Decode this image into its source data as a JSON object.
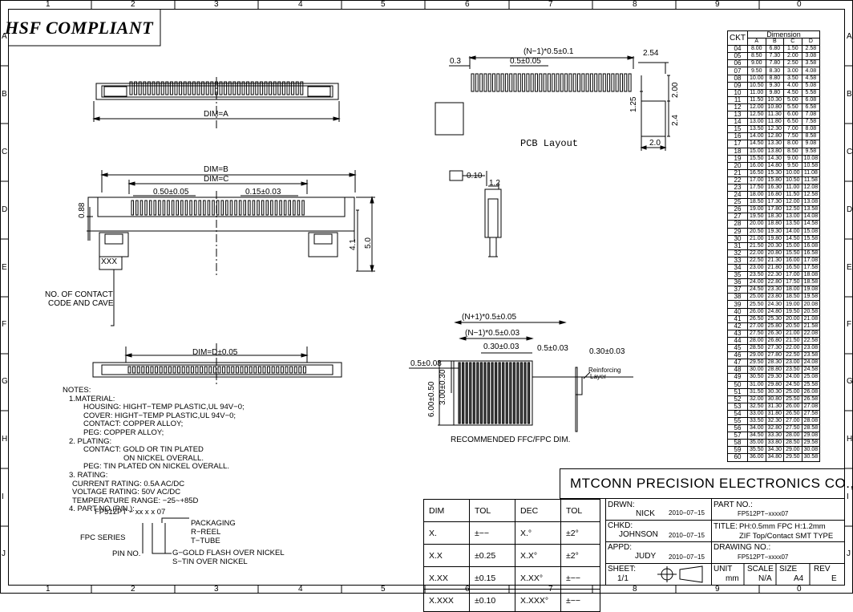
{
  "header": {
    "title": "HSF COMPLIANT"
  },
  "border": {
    "cols": [
      "1",
      "2",
      "3",
      "4",
      "5",
      "6",
      "7",
      "8",
      "9",
      "0"
    ],
    "rows": [
      "A",
      "B",
      "C",
      "D",
      "E",
      "F",
      "G",
      "H",
      "I",
      "J"
    ]
  },
  "views": {
    "top": {
      "dim_a": "DIM=A"
    },
    "front": {
      "dim_b": "DIM=B",
      "dim_c": "DIM=C",
      "pitch": "0.50±0.05",
      "pin": "0.15±0.03",
      "h1": "0.88",
      "h2": "4.1",
      "h3": "5.0",
      "code": "XXX",
      "note1": "NO. OF CONTACT",
      "note2": "CODE AND CAVE"
    },
    "bottom": {
      "dim_d": "DIM=D±0.05"
    },
    "pcb": {
      "n1": "(N−1)*0.5±0.1",
      "p": "0.5±0.05",
      "w": "0.3",
      "e1": "2.54",
      "e2": "2.00",
      "e3": "1.25",
      "e4": "2.4",
      "e5": "2.0",
      "label": "PCB Layout"
    },
    "side": {
      "t1": "0.10",
      "t2": "1.2"
    },
    "ffc": {
      "n1": "(N+1)*0.5±0.05",
      "n2": "(N−1)*0.5±0.03",
      "a": "0.5±0.08",
      "b": "0.30±0.03",
      "c": "0.5±0.03",
      "d": "0.30±0.03",
      "v1": "6.00±0.50",
      "v2": "3.00±0.30",
      "reinf1": "Reinforcing",
      "reinf2": "Layer",
      "label": "RECOMMENDED FFC/FPC DIM."
    }
  },
  "notes": [
    "NOTES:",
    "1.MATERIAL:",
    "HOUSING: HIGHT−TEMP PLASTIC,UL 94V−0;",
    "COVER: HIGHT−TEMP PLASTIC,UL 94V−0;",
    "CONTACT: COPPER ALLOY;",
    "PEG: COPPER ALLOY;",
    "2. PLATING:",
    "CONTACT: GOLD OR TIN PLATED",
    "ON NICKEL OVERALL.",
    "PEG: TIN PLATED ON NICKEL OVERALL.",
    "3. RATING:",
    "CURRENT RATING: 0.5A AC/DC",
    "VOLTAGE RATING: 50V AC/DC",
    "TEMPERATURE RANGE: −25~+85D",
    "4. PART NO.(P/N.):"
  ],
  "partno": {
    "code": "FP512PT − xx x x 07",
    "pack": "PACKAGING",
    "reel": "R−REEL",
    "tube": "T−TUBE",
    "series": "FPC SERIES",
    "pin": "PIN NO.",
    "gold": "G−GOLD FLASH OVER NICKEL",
    "tin": "S−TIN OVER NICKEL"
  },
  "dimension_table": {
    "header": [
      "CKT",
      "Dimension",
      "A",
      "B",
      "C",
      "D"
    ],
    "rows": [
      [
        "04",
        "8.00",
        "6.80",
        "1.50",
        "2.58"
      ],
      [
        "05",
        "8.50",
        "7.30",
        "2.00",
        "3.08"
      ],
      [
        "06",
        "9.00",
        "7.80",
        "2.50",
        "3.58"
      ],
      [
        "07",
        "9.50",
        "8.30",
        "3.00",
        "4.08"
      ],
      [
        "08",
        "10.00",
        "8.80",
        "3.50",
        "4.58"
      ],
      [
        "09",
        "10.50",
        "9.30",
        "4.00",
        "5.08"
      ],
      [
        "10",
        "11.00",
        "9.80",
        "4.50",
        "5.58"
      ],
      [
        "11",
        "11.50",
        "10.30",
        "5.00",
        "6.08"
      ],
      [
        "12",
        "12.00",
        "10.80",
        "5.50",
        "6.58"
      ],
      [
        "13",
        "12.50",
        "11.30",
        "6.00",
        "7.08"
      ],
      [
        "14",
        "13.00",
        "11.80",
        "6.50",
        "7.58"
      ],
      [
        "15",
        "13.50",
        "12.30",
        "7.00",
        "8.08"
      ],
      [
        "16",
        "14.00",
        "12.80",
        "7.50",
        "8.58"
      ],
      [
        "17",
        "14.50",
        "13.30",
        "8.00",
        "9.08"
      ],
      [
        "18",
        "15.00",
        "13.80",
        "8.50",
        "9.58"
      ],
      [
        "19",
        "15.50",
        "14.30",
        "9.00",
        "10.08"
      ],
      [
        "20",
        "16.00",
        "14.80",
        "9.50",
        "10.58"
      ],
      [
        "21",
        "16.50",
        "15.30",
        "10.00",
        "11.08"
      ],
      [
        "22",
        "17.00",
        "15.80",
        "10.50",
        "11.58"
      ],
      [
        "23",
        "17.50",
        "16.30",
        "11.00",
        "12.08"
      ],
      [
        "24",
        "18.00",
        "16.80",
        "11.50",
        "12.58"
      ],
      [
        "25",
        "18.50",
        "17.30",
        "12.00",
        "13.08"
      ],
      [
        "26",
        "19.00",
        "17.80",
        "12.50",
        "13.58"
      ],
      [
        "27",
        "19.50",
        "18.30",
        "13.00",
        "14.08"
      ],
      [
        "28",
        "20.00",
        "18.80",
        "13.50",
        "14.58"
      ],
      [
        "29",
        "20.50",
        "19.30",
        "14.00",
        "15.08"
      ],
      [
        "30",
        "21.00",
        "19.80",
        "14.50",
        "15.58"
      ],
      [
        "31",
        "21.50",
        "20.30",
        "15.00",
        "16.08"
      ],
      [
        "32",
        "22.00",
        "20.80",
        "15.50",
        "16.58"
      ],
      [
        "33",
        "22.50",
        "21.30",
        "16.00",
        "17.08"
      ],
      [
        "34",
        "23.00",
        "21.80",
        "16.50",
        "17.58"
      ],
      [
        "35",
        "23.50",
        "22.30",
        "17.00",
        "18.08"
      ],
      [
        "36",
        "24.00",
        "22.80",
        "17.50",
        "18.58"
      ],
      [
        "37",
        "24.50",
        "23.30",
        "18.00",
        "19.08"
      ],
      [
        "38",
        "25.00",
        "23.80",
        "18.50",
        "19.58"
      ],
      [
        "39",
        "25.50",
        "24.30",
        "19.00",
        "20.08"
      ],
      [
        "40",
        "26.00",
        "24.80",
        "19.50",
        "20.58"
      ],
      [
        "41",
        "26.50",
        "25.30",
        "20.00",
        "21.08"
      ],
      [
        "42",
        "27.00",
        "25.80",
        "20.50",
        "21.58"
      ],
      [
        "43",
        "27.50",
        "26.30",
        "21.00",
        "22.08"
      ],
      [
        "44",
        "28.00",
        "26.80",
        "21.50",
        "22.58"
      ],
      [
        "45",
        "28.50",
        "27.30",
        "22.00",
        "23.08"
      ],
      [
        "46",
        "29.00",
        "27.80",
        "22.50",
        "23.58"
      ],
      [
        "47",
        "29.50",
        "28.30",
        "23.00",
        "24.08"
      ],
      [
        "48",
        "30.00",
        "28.80",
        "23.50",
        "24.58"
      ],
      [
        "49",
        "30.50",
        "29.30",
        "24.00",
        "25.08"
      ],
      [
        "50",
        "31.00",
        "29.80",
        "24.50",
        "25.58"
      ],
      [
        "51",
        "31.50",
        "30.30",
        "25.00",
        "26.08"
      ],
      [
        "52",
        "32.00",
        "30.80",
        "25.50",
        "26.58"
      ],
      [
        "53",
        "32.50",
        "31.30",
        "26.00",
        "27.08"
      ],
      [
        "54",
        "33.00",
        "31.80",
        "26.50",
        "27.58"
      ],
      [
        "55",
        "33.50",
        "32.30",
        "27.00",
        "28.08"
      ],
      [
        "56",
        "34.00",
        "32.80",
        "27.50",
        "28.58"
      ],
      [
        "57",
        "34.50",
        "33.30",
        "28.00",
        "29.08"
      ],
      [
        "58",
        "35.00",
        "33.80",
        "28.50",
        "29.58"
      ],
      [
        "59",
        "35.50",
        "34.30",
        "29.00",
        "30.08"
      ],
      [
        "60",
        "36.00",
        "34.80",
        "29.50",
        "30.58"
      ]
    ]
  },
  "tolerance_table": {
    "header": [
      "DIM",
      "TOL",
      "DEC",
      "TOL"
    ],
    "rows": [
      [
        "X.",
        "±−−",
        "X.°",
        "±2°"
      ],
      [
        "X.X",
        "±0.25",
        "X.X°",
        "±2°"
      ],
      [
        "X.XX",
        "±0.15",
        "X.XX°",
        "±−−"
      ],
      [
        "X.XXX",
        "±0.10",
        "X.XXX°",
        "±−−"
      ]
    ]
  },
  "title_block": {
    "company": "MTCONN PRECISION ELECTRONICS CO.,LTD",
    "drwn_label": "DRWN:",
    "drwn_name": "NICK",
    "drwn_date": "2010−07−15",
    "chkd_label": "CHKD:",
    "chkd_name": "JOHNSON",
    "chkd_date": "2010−07−15",
    "appd_label": "APPD:",
    "appd_name": "JUDY",
    "appd_date": "2010−07−15",
    "sheet_label": "SHEET:",
    "sheet_value": "1/1",
    "partno_label": "PART NO.:",
    "partno_value": "FP512PT−xxxx07",
    "title_label": "TITLE:",
    "title_line1": "PH:0.5mm FPC H:1.2mm",
    "title_line2": "ZIF Top/Contact SMT TYPE",
    "drawing_label": "DRAWING NO.:",
    "drawing_value": "FP512PT−xxxx07",
    "unit_label": "UNIT",
    "unit_value": "mm",
    "scale_label": "SCALE",
    "scale_value": "N/A",
    "size_label": "SIZE",
    "size_value": "A4",
    "rev_label": "REV",
    "rev_value": "E"
  }
}
